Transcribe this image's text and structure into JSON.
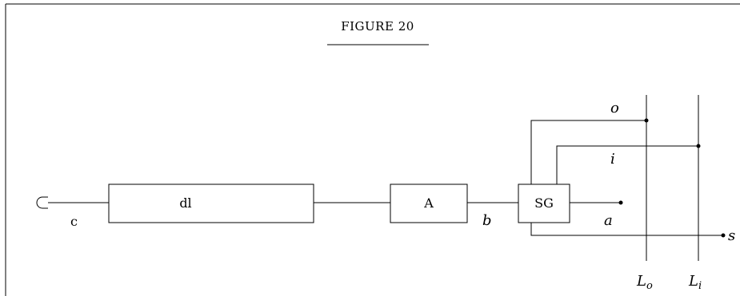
{
  "figure": {
    "title": "FIGURE 20"
  },
  "components": {
    "dl": "dl",
    "a": "A",
    "sg": "SG"
  },
  "signals": {
    "c": "c",
    "b": "b",
    "a": "a",
    "o": "o",
    "i": "i",
    "s": "s"
  },
  "lines": {
    "lo": {
      "main": "L",
      "sub": "o"
    },
    "li": {
      "main": "L",
      "sub": "i"
    }
  }
}
